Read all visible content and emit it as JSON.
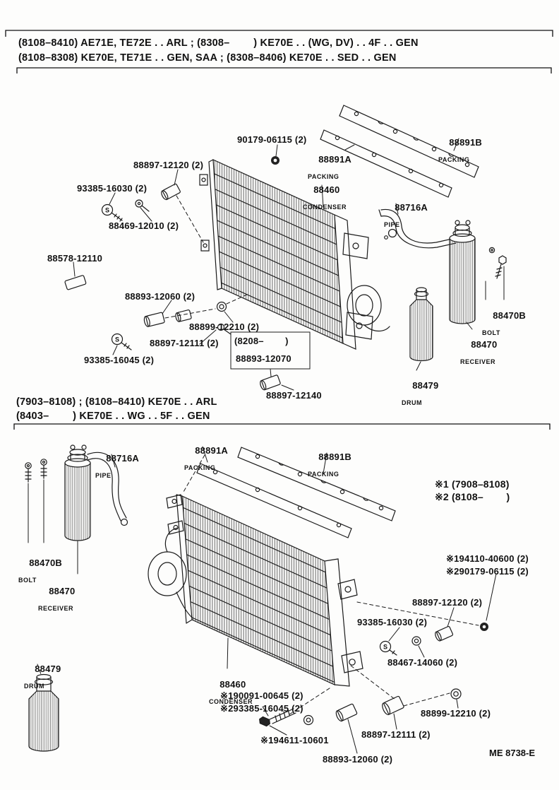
{
  "page": {
    "footer_code": "ME 8738-E",
    "ink_color": "#111111",
    "paper_color": "#fdfdfc"
  },
  "symbols": {
    "screw_head": "S"
  },
  "header": {
    "line1": "(8108–8410) AE71E, TE72E . . ARL ; (8308–        ) KE70E . . (WG, DV) . . 4F . . GEN",
    "line2": "(8108–8308) KE70E, TE71E . . GEN, SAA ; (8308–8406) KE70E . . SED . . GEN"
  },
  "section2_header": {
    "line1": "(7903–8108) ; (8108–8410) KE70E . . ARL",
    "line2": "(8403–        ) KE70E . . WG . . 5F . . GEN"
  },
  "top_diagram": {
    "labels": [
      {
        "text": "90179-06115 (2)"
      },
      {
        "text": "88897-12120 (2)"
      },
      {
        "text": "93385-16030 (2)"
      },
      {
        "text": "88469-12010 (2)"
      },
      {
        "text": "88578-12110"
      },
      {
        "text": "88893-12060 (2)"
      },
      {
        "text": "88899-12210 (2)"
      },
      {
        "text": "88897-12111 (2)"
      },
      {
        "text": "(8208–        )"
      },
      {
        "text": "88893-12070"
      },
      {
        "text": "93385-16045 (2)"
      },
      {
        "text": "88897-12140"
      },
      {
        "text": "88460",
        "sub": "CONDENSER"
      },
      {
        "text": "88891A",
        "sub": "PACKING"
      },
      {
        "text": "88891B",
        "sub": "PACKING"
      },
      {
        "text": "88716A",
        "sub": "PIPE"
      },
      {
        "text": "88470B",
        "sub": "BOLT"
      },
      {
        "text": "88470",
        "sub": "RECEIVER"
      },
      {
        "text": "88479",
        "sub": "DRUM"
      }
    ]
  },
  "bottom_diagram": {
    "notes": [
      {
        "text": "※1 (7908–8108)"
      },
      {
        "text": "※2 (8108–        )"
      }
    ],
    "labels": [
      {
        "text": "88716A",
        "sub": "PIPE"
      },
      {
        "text": "88891A",
        "sub": "PACKING"
      },
      {
        "text": "88891B",
        "sub": "PACKING"
      },
      {
        "text": "88470B",
        "sub": "BOLT"
      },
      {
        "text": "88470",
        "sub": "RECEIVER"
      },
      {
        "text": "※194110-40600 (2)"
      },
      {
        "text": "※290179-06115 (2)"
      },
      {
        "text": "88897-12120 (2)"
      },
      {
        "text": "93385-16030 (2)"
      },
      {
        "text": "88467-14060 (2)"
      },
      {
        "text": "88479",
        "sub": "DRUM"
      },
      {
        "text": "88460",
        "sub": "CONDENSER"
      },
      {
        "text": "※190091-00645 (2)"
      },
      {
        "text": "※293385-16045 (2)"
      },
      {
        "text": "※194611-10601"
      },
      {
        "text": "88897-12111 (2)"
      },
      {
        "text": "88899-12210 (2)"
      },
      {
        "text": "88893-12060 (2)"
      }
    ]
  }
}
